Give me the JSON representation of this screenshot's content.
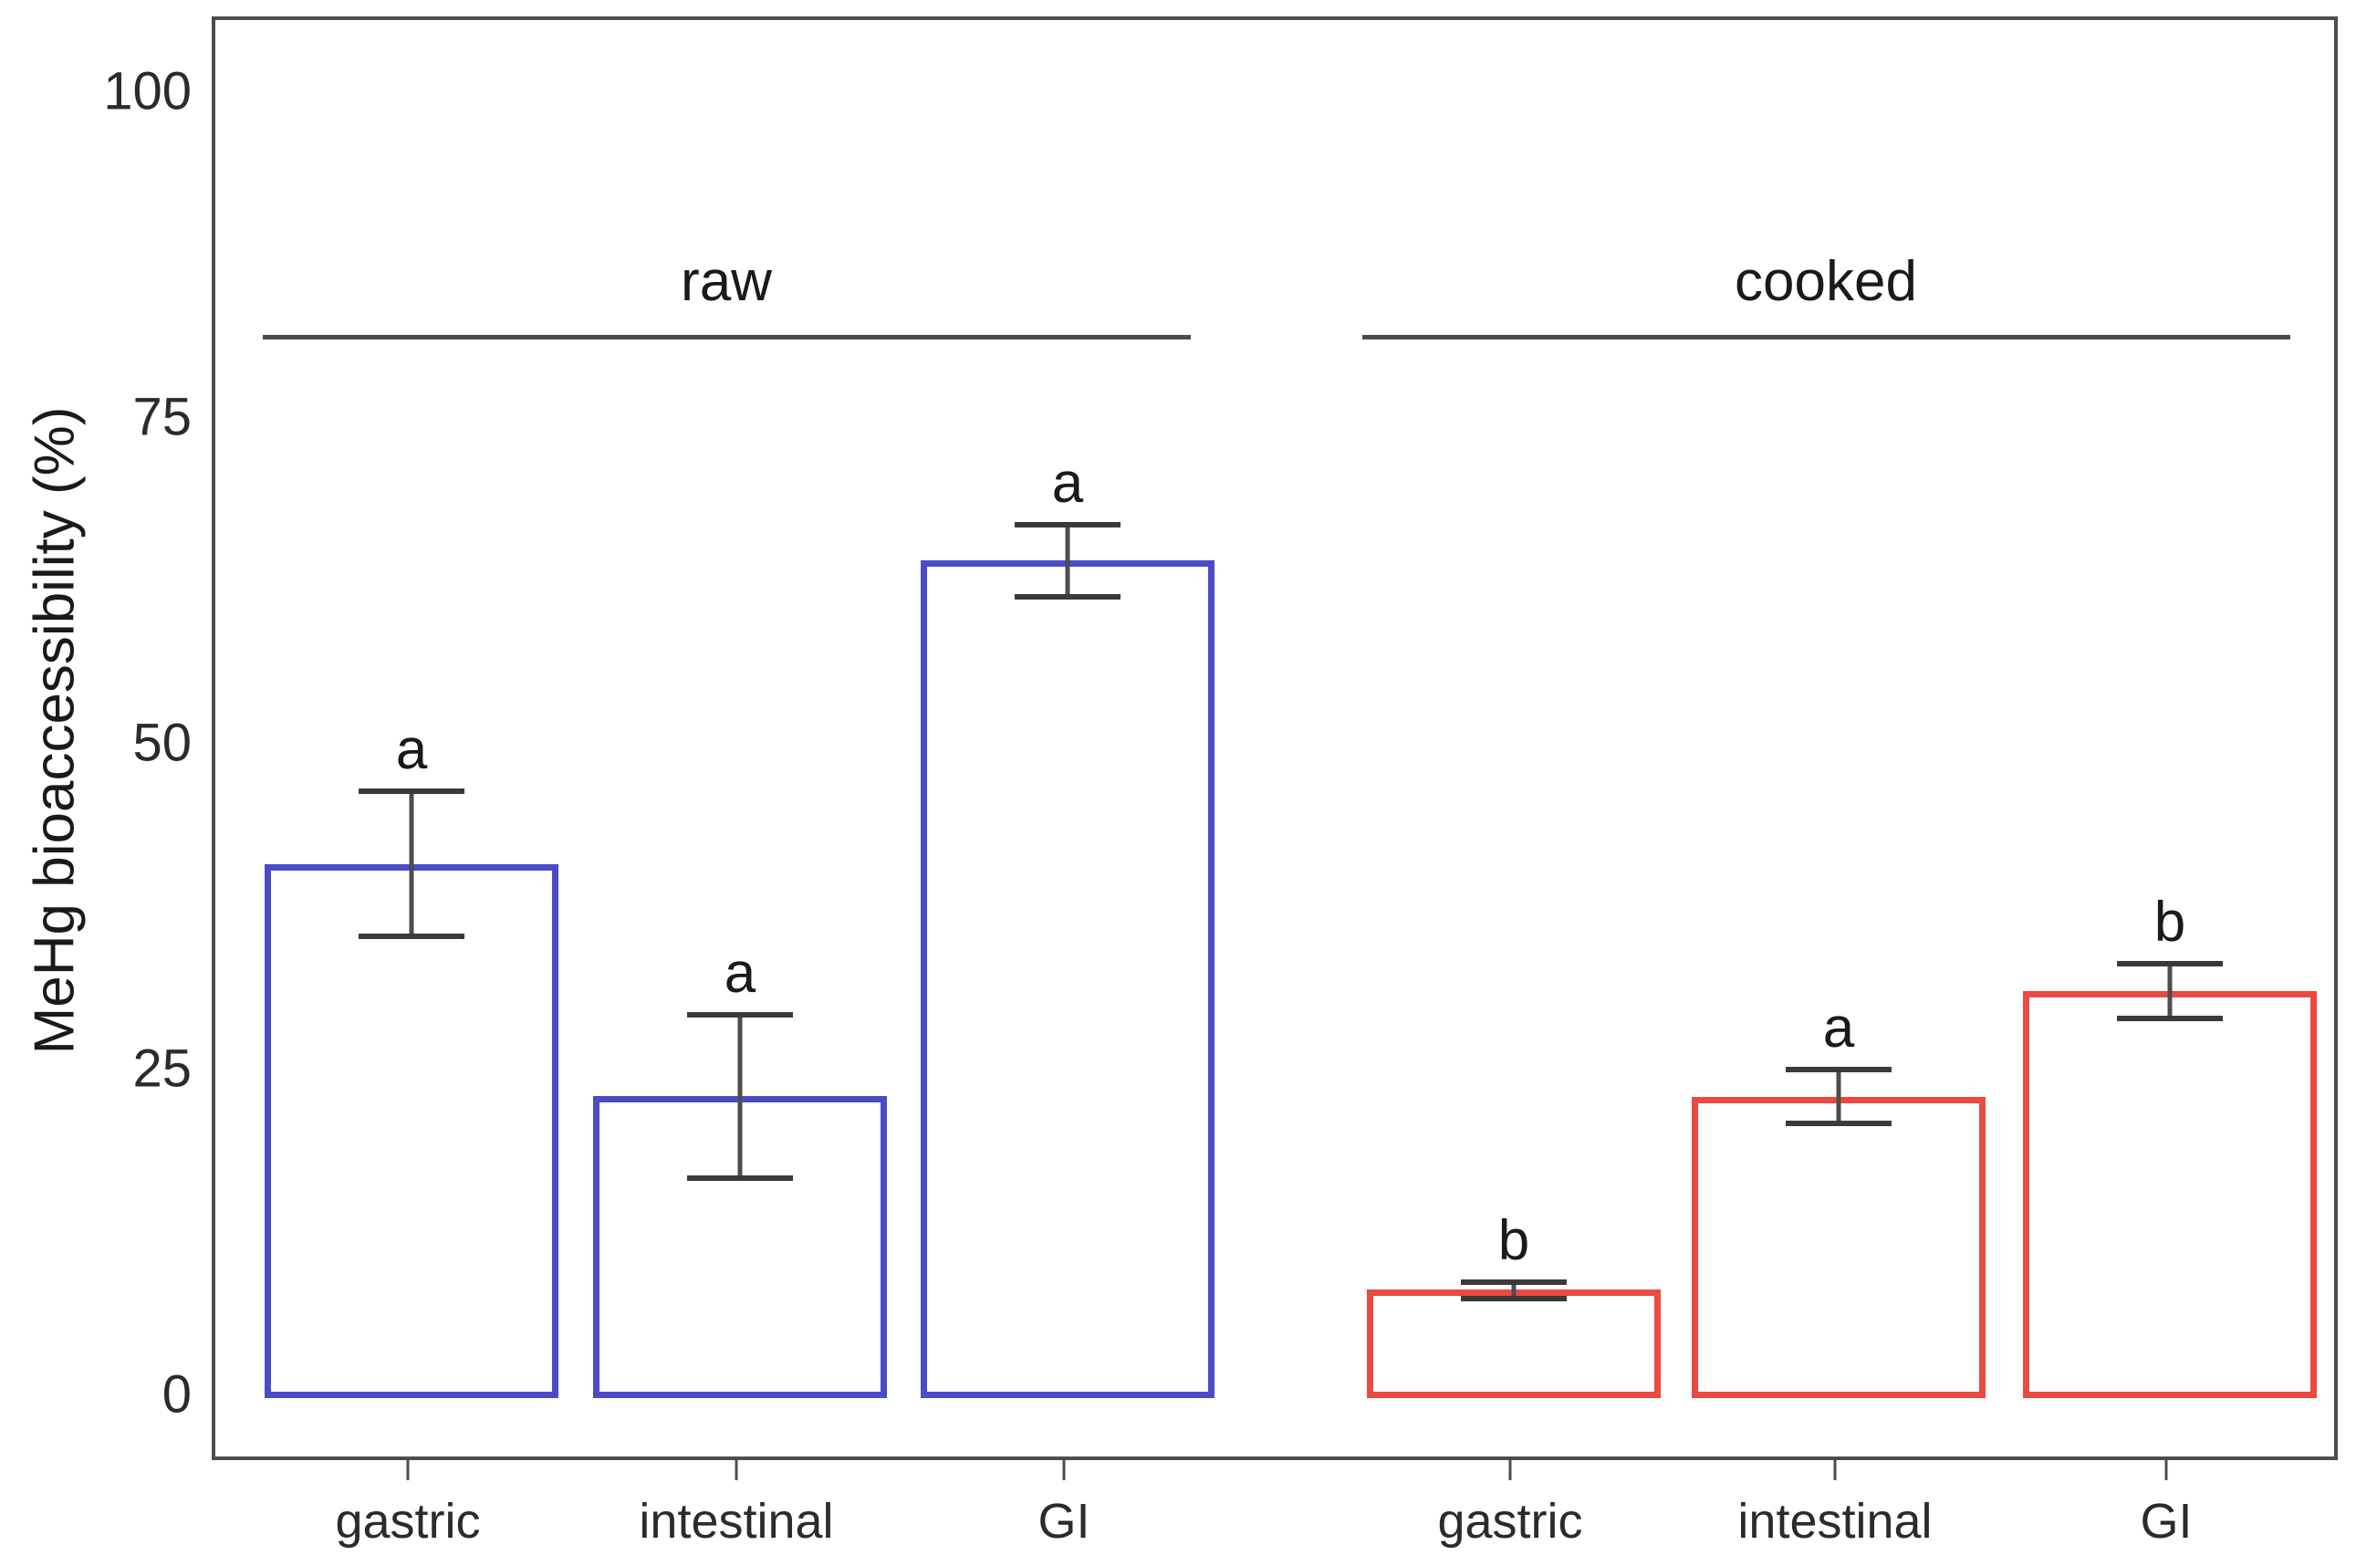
{
  "chart_data": {
    "type": "bar",
    "title": "",
    "xlabel": "",
    "ylabel": "MeHg bioaccessibility (%)",
    "ylim": [
      0,
      105
    ],
    "yticks": [
      0,
      25,
      50,
      75,
      100
    ],
    "ytick_labels": [
      "0",
      "25",
      "50",
      "75",
      "100"
    ],
    "grid": false,
    "legend": "none",
    "orientation": "vertical",
    "bar_style": "outline-only",
    "error_bars": "visible",
    "groups": [
      {
        "name": "raw",
        "label": "raw",
        "color": "#4b4bc8",
        "categories": [
          "gastric",
          "intestinal",
          "GI"
        ],
        "values": [
          41.0,
          23.2,
          64.3
        ],
        "err_low": [
          35.4,
          16.9,
          61.5
        ],
        "err_high": [
          46.6,
          29.4,
          67.0
        ],
        "sig_letters": [
          "a",
          "a",
          "a"
        ]
      },
      {
        "name": "cooked",
        "label": "cooked",
        "color": "#ea4a41",
        "categories": [
          "gastric",
          "intestinal",
          "GI"
        ],
        "values": [
          8.3,
          23.1,
          31.2
        ],
        "err_low": [
          7.6,
          21.1,
          29.1
        ],
        "err_high": [
          8.9,
          25.2,
          33.3
        ],
        "sig_letters": [
          "b",
          "a",
          "b"
        ]
      }
    ]
  },
  "axes": {
    "y_title": "MeHg bioaccessibility (%)",
    "y_ticks": [
      {
        "label": "100",
        "value": 100
      },
      {
        "label": "75",
        "value": 75
      },
      {
        "label": "50",
        "value": 50
      },
      {
        "label": "25",
        "value": 25
      },
      {
        "label": "0",
        "value": 0
      }
    ],
    "x_ticks": [
      {
        "label": "gastric"
      },
      {
        "label": "intestinal"
      },
      {
        "label": "GI"
      },
      {
        "label": "gastric"
      },
      {
        "label": "intestinal"
      },
      {
        "label": "GI"
      }
    ]
  },
  "annotations": {
    "group_labels": [
      "raw",
      "cooked"
    ],
    "significance_letters": [
      "a",
      "a",
      "a",
      "b",
      "a",
      "b"
    ]
  },
  "colors": {
    "raw": "#4b4bc8",
    "cooked": "#ea4a41",
    "axis": "#4d4d4d",
    "text": "#1a1a1a",
    "errorbar": "#3a3a3a",
    "background": "#ffffff"
  }
}
